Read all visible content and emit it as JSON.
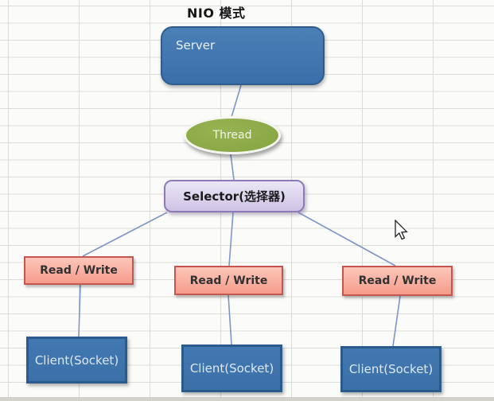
{
  "page": {
    "title": "NIO 模式"
  },
  "diagram": {
    "nodes": {
      "server": {
        "label": "Server",
        "shape": "rounded-rect",
        "fill": "#4076b0"
      },
      "thread": {
        "label": "Thread",
        "shape": "ellipse",
        "fill": "#8caa47"
      },
      "selector": {
        "label": "Selector(选择器)",
        "shape": "rounded-rect",
        "fill": "#d9cfec"
      },
      "read_write": [
        {
          "label": "Read / Write"
        },
        {
          "label": "Read / Write"
        },
        {
          "label": "Read / Write"
        }
      ],
      "clients": [
        {
          "label": "Client(Socket)"
        },
        {
          "label": "Client(Socket)"
        },
        {
          "label": "Client(Socket)"
        }
      ]
    },
    "edges": [
      {
        "from": "server",
        "to": "thread"
      },
      {
        "from": "thread",
        "to": "selector"
      },
      {
        "from": "selector",
        "to": "read-write-1"
      },
      {
        "from": "selector",
        "to": "read-write-2"
      },
      {
        "from": "selector",
        "to": "read-write-3"
      },
      {
        "from": "read-write-1",
        "to": "client-1"
      },
      {
        "from": "read-write-2",
        "to": "client-2"
      },
      {
        "from": "read-write-3",
        "to": "client-3"
      }
    ],
    "colors": {
      "node_blue": "#4076b0",
      "node_blue_border": "#2d5c8f",
      "node_green": "#8caa47",
      "node_lavender": "#d9cfec",
      "node_lavender_border": "#8d7ab6",
      "node_salmon": "#f9a896",
      "node_salmon_border": "#c5564e",
      "connector": "#7b97c9",
      "grid_line": "#dcdcd6"
    }
  },
  "cursor": {
    "icon": "arrow-cursor"
  }
}
